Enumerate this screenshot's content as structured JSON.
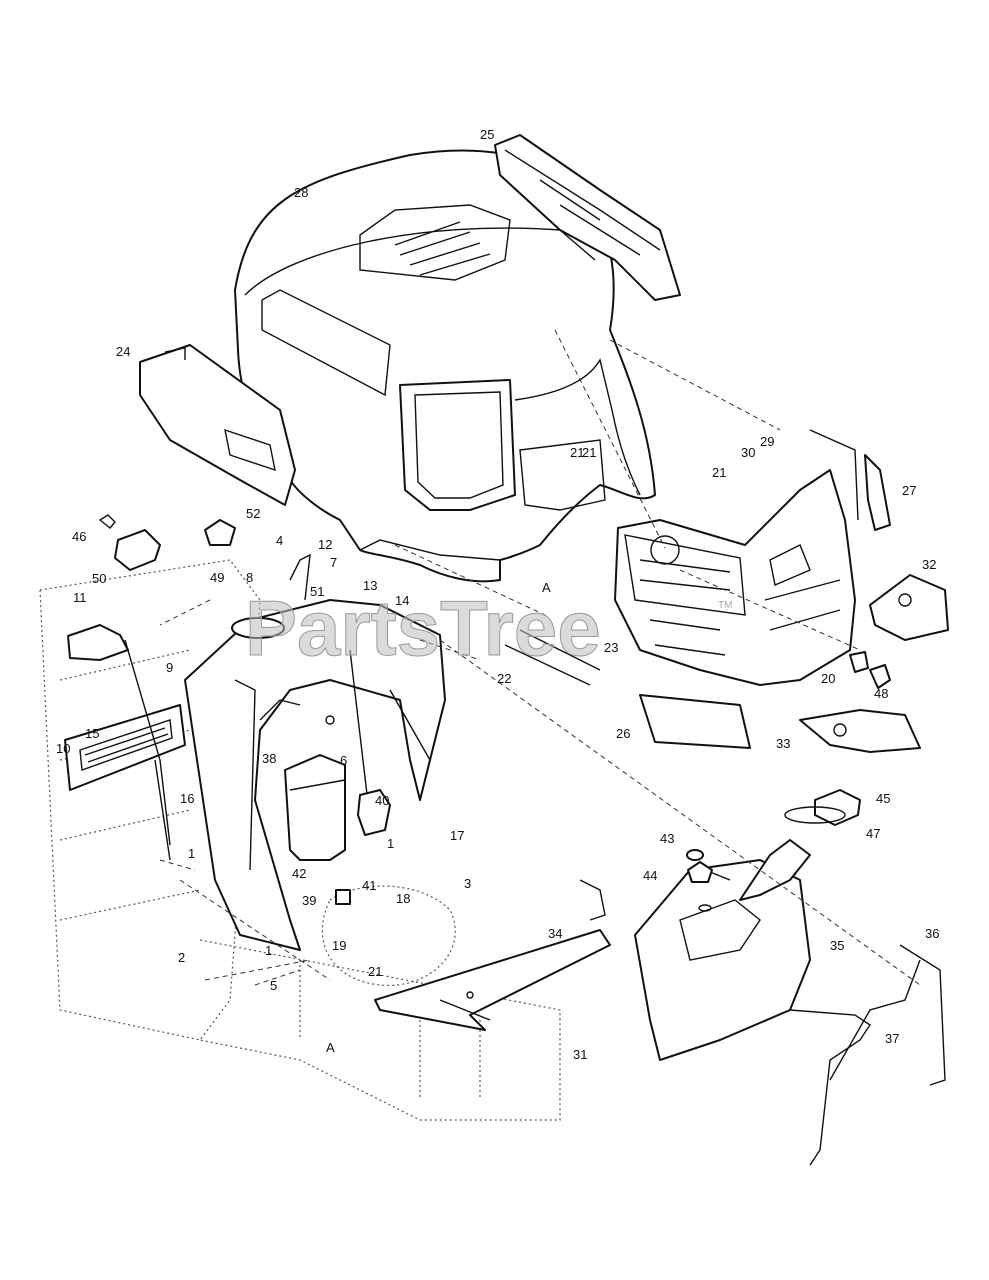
{
  "watermark": {
    "text": "PartsTree",
    "trademark": "TM"
  },
  "reference_marks": [
    "A",
    "A"
  ],
  "callouts": [
    "1",
    "1",
    "1",
    "2",
    "3",
    "4",
    "5",
    "6",
    "7",
    "8",
    "9",
    "10",
    "11",
    "12",
    "13",
    "14",
    "15",
    "16",
    "17",
    "18",
    "19",
    "20",
    "21",
    "21",
    "21",
    "21",
    "22",
    "23",
    "24",
    "25",
    "26",
    "27",
    "28",
    "29",
    "30",
    "31",
    "32",
    "33",
    "34",
    "35",
    "36",
    "37",
    "38",
    "39",
    "40",
    "41",
    "42",
    "43",
    "44",
    "45",
    "46",
    "47",
    "48",
    "49",
    "50",
    "51",
    "52"
  ]
}
